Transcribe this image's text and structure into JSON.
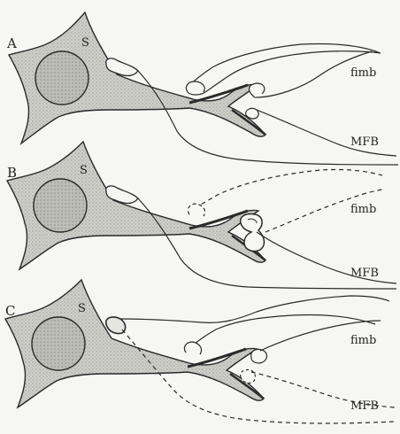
{
  "panels": [
    {
      "letter": "A",
      "soma": "S",
      "tract1": "fimb",
      "tract2": "MFB"
    },
    {
      "letter": "B",
      "soma": "S",
      "tract1": "fimb",
      "tract2": "MFB"
    },
    {
      "letter": "C",
      "soma": "S",
      "tract1": "fimb",
      "tract2": "MFB"
    }
  ],
  "colors": {
    "background": "#f6f6f3",
    "cell_fill": "#c9c9c4",
    "nucleus_fill": "#b9b9b3",
    "line": "#2a2a2a"
  }
}
